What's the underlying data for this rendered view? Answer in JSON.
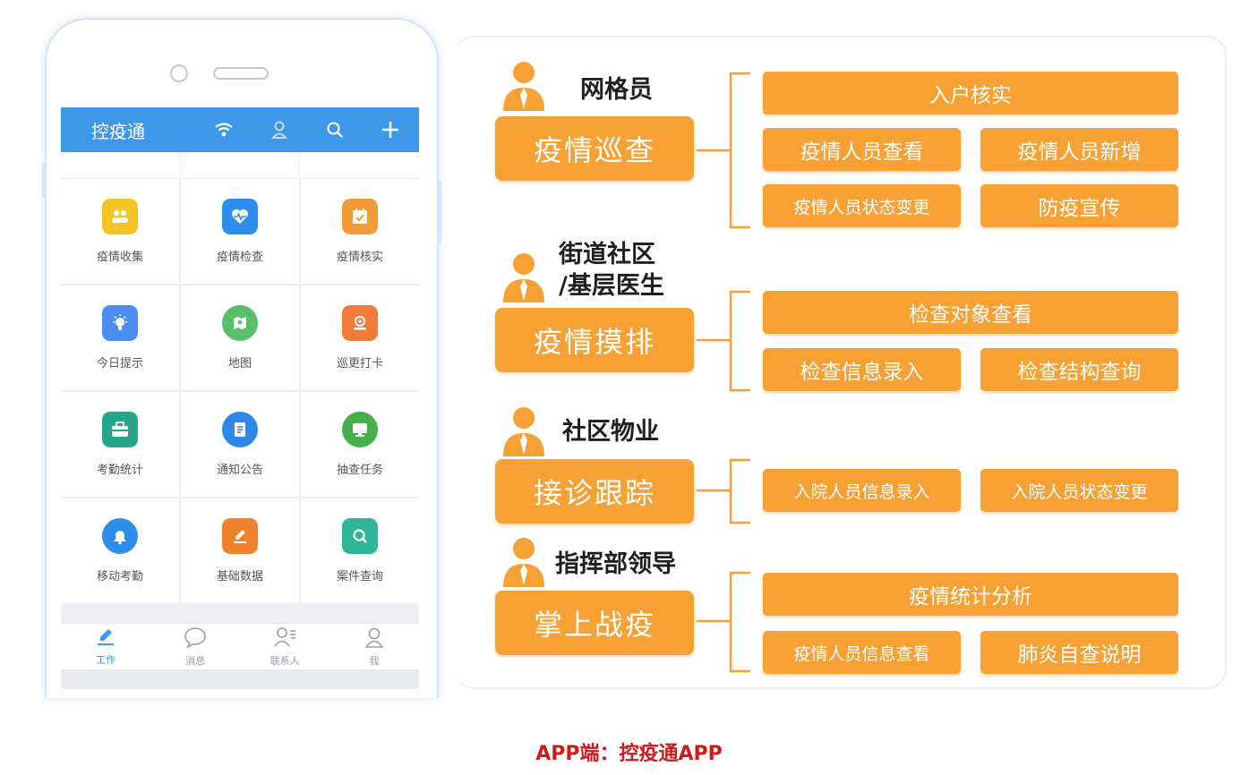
{
  "phone": {
    "app_title": "控疫通",
    "header_icons": [
      "wifi-icon",
      "badge-icon",
      "search-icon",
      "plus-icon"
    ],
    "grid": [
      {
        "label": "疫情收集",
        "icon": "people-icon",
        "color": "#f5c324"
      },
      {
        "label": "疫情检查",
        "icon": "heart-icon",
        "color": "#2e8ef0"
      },
      {
        "label": "疫情核实",
        "icon": "check-icon",
        "color": "#f59a3a"
      },
      {
        "label": "今日提示",
        "icon": "bulb-icon",
        "color": "#4a8ef2"
      },
      {
        "label": "地图",
        "icon": "map-icon",
        "color": "#58be6b"
      },
      {
        "label": "巡更打卡",
        "icon": "location-icon",
        "color": "#f27b3a"
      },
      {
        "label": "考勤统计",
        "icon": "briefcase-icon",
        "color": "#26a68a"
      },
      {
        "label": "通知公告",
        "icon": "document-icon",
        "color": "#2e86e6"
      },
      {
        "label": "抽查任务",
        "icon": "monitor-icon",
        "color": "#45b049"
      },
      {
        "label": "移动考勤",
        "icon": "bell-icon",
        "color": "#2f8fe8"
      },
      {
        "label": "基础数据",
        "icon": "edit-icon",
        "color": "#f0822e"
      },
      {
        "label": "案件查询",
        "icon": "magnifier-icon",
        "color": "#2eb59a"
      }
    ],
    "nav": [
      {
        "label": "工作",
        "icon": "pen-icon",
        "active": true
      },
      {
        "label": "消息",
        "icon": "chat-icon",
        "active": false
      },
      {
        "label": "联系人",
        "icon": "contacts-icon",
        "active": false
      },
      {
        "label": "我",
        "icon": "user-icon",
        "active": false
      }
    ]
  },
  "diagram": {
    "roles": [
      {
        "label": "网格员",
        "main": "疫情巡查",
        "subs": [
          "入户核实",
          "疫情人员查看",
          "疫情人员新增",
          "疫情人员状态变更",
          "防疫宣传"
        ]
      },
      {
        "label": "街道社区 /基层医生",
        "label_lines": [
          "街道社区",
          "/基层医生"
        ],
        "main": "疫情摸排",
        "subs": [
          "检查对象查看",
          "检查信息录入",
          "检查结构查询"
        ]
      },
      {
        "label": "社区物业",
        "main": "接诊跟踪",
        "subs": [
          "入院人员信息录入",
          "入院人员状态变更"
        ]
      },
      {
        "label": "指挥部领导",
        "main": "掌上战疫",
        "subs": [
          "疫情统计分析",
          "疫情人员信息查看",
          "肺炎自查说明"
        ]
      }
    ],
    "colors": {
      "box": "#f7a033",
      "person": "#f7a033",
      "bracket": "#f7a033"
    }
  },
  "caption": "APP端：控疫通APP"
}
